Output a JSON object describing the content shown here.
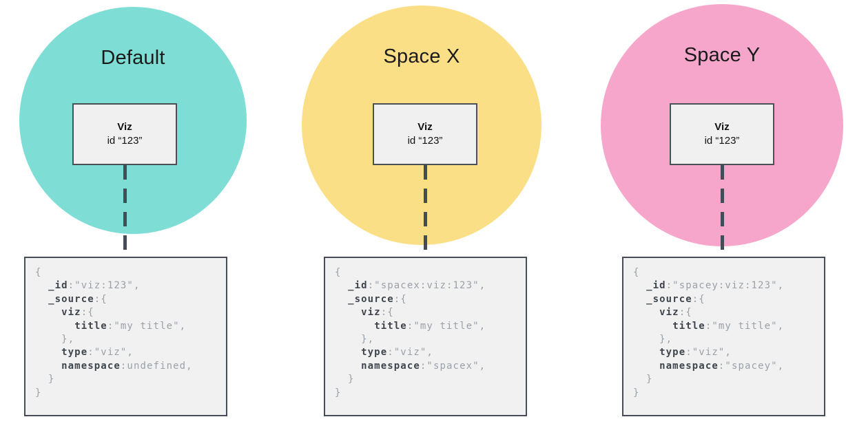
{
  "palette": {
    "teal": "#7EDED5",
    "yellow": "#FBDF86",
    "pink": "#F6A6CA",
    "box_bg": "#F1F1F2",
    "box_border": "#454C57",
    "connector": "#454C57",
    "viz_bg": "#F0F0F0",
    "viz_border": "#4A5056",
    "code_key": "#3F454D",
    "code_plain": "#9AA0A8",
    "title_color": "#1A1A1A"
  },
  "viz_node": {
    "title": "Viz",
    "id_line": "id “123”"
  },
  "spaces": [
    {
      "title": "Default",
      "circle_color": "#7EDED5",
      "code_lines": [
        [
          {
            "t": "p",
            "s": "{"
          }
        ],
        [
          {
            "t": "p",
            "s": "  "
          },
          {
            "t": "k",
            "s": "_id"
          },
          {
            "t": "p",
            "s": ":\"viz:123\","
          }
        ],
        [
          {
            "t": "p",
            "s": "  "
          },
          {
            "t": "k",
            "s": "_source"
          },
          {
            "t": "p",
            "s": ":{"
          }
        ],
        [
          {
            "t": "p",
            "s": "    "
          },
          {
            "t": "k",
            "s": "viz"
          },
          {
            "t": "p",
            "s": ":{"
          }
        ],
        [
          {
            "t": "p",
            "s": "      "
          },
          {
            "t": "k",
            "s": "title"
          },
          {
            "t": "p",
            "s": ":\"my title\","
          }
        ],
        [
          {
            "t": "p",
            "s": "    },"
          }
        ],
        [
          {
            "t": "p",
            "s": "    "
          },
          {
            "t": "k",
            "s": "type"
          },
          {
            "t": "p",
            "s": ":\"viz\","
          }
        ],
        [
          {
            "t": "p",
            "s": "    "
          },
          {
            "t": "k",
            "s": "namespace"
          },
          {
            "t": "p",
            "s": ":undefined,"
          }
        ],
        [
          {
            "t": "p",
            "s": "  }"
          }
        ],
        [
          {
            "t": "p",
            "s": "}"
          }
        ]
      ]
    },
    {
      "title": "Space X",
      "circle_color": "#FBDF86",
      "code_lines": [
        [
          {
            "t": "p",
            "s": "{"
          }
        ],
        [
          {
            "t": "p",
            "s": "  "
          },
          {
            "t": "k",
            "s": "_id"
          },
          {
            "t": "p",
            "s": ":\"spacex:viz:123\","
          }
        ],
        [
          {
            "t": "p",
            "s": "  "
          },
          {
            "t": "k",
            "s": "_source"
          },
          {
            "t": "p",
            "s": ":{"
          }
        ],
        [
          {
            "t": "p",
            "s": "    "
          },
          {
            "t": "k",
            "s": "viz"
          },
          {
            "t": "p",
            "s": ":{"
          }
        ],
        [
          {
            "t": "p",
            "s": "      "
          },
          {
            "t": "k",
            "s": "title"
          },
          {
            "t": "p",
            "s": ":\"my title\","
          }
        ],
        [
          {
            "t": "p",
            "s": "    },"
          }
        ],
        [
          {
            "t": "p",
            "s": "    "
          },
          {
            "t": "k",
            "s": "type"
          },
          {
            "t": "p",
            "s": ":\"viz\","
          }
        ],
        [
          {
            "t": "p",
            "s": "    "
          },
          {
            "t": "k",
            "s": "namespace"
          },
          {
            "t": "p",
            "s": ":\"spacex\","
          }
        ],
        [
          {
            "t": "p",
            "s": "  }"
          }
        ],
        [
          {
            "t": "p",
            "s": "}"
          }
        ]
      ]
    },
    {
      "title": "Space Y",
      "circle_color": "#F6A6CA",
      "code_lines": [
        [
          {
            "t": "p",
            "s": "{"
          }
        ],
        [
          {
            "t": "p",
            "s": "  "
          },
          {
            "t": "k",
            "s": "_id"
          },
          {
            "t": "p",
            "s": ":\"spacey:viz:123\","
          }
        ],
        [
          {
            "t": "p",
            "s": "  "
          },
          {
            "t": "k",
            "s": "_source"
          },
          {
            "t": "p",
            "s": ":{"
          }
        ],
        [
          {
            "t": "p",
            "s": "    "
          },
          {
            "t": "k",
            "s": "viz"
          },
          {
            "t": "p",
            "s": ":{"
          }
        ],
        [
          {
            "t": "p",
            "s": "      "
          },
          {
            "t": "k",
            "s": "title"
          },
          {
            "t": "p",
            "s": ":\"my title\","
          }
        ],
        [
          {
            "t": "p",
            "s": "    },"
          }
        ],
        [
          {
            "t": "p",
            "s": "    "
          },
          {
            "t": "k",
            "s": "type"
          },
          {
            "t": "p",
            "s": ":\"viz\","
          }
        ],
        [
          {
            "t": "p",
            "s": "    "
          },
          {
            "t": "k",
            "s": "namespace"
          },
          {
            "t": "p",
            "s": ":\"spacey\","
          }
        ],
        [
          {
            "t": "p",
            "s": "  }"
          }
        ],
        [
          {
            "t": "p",
            "s": "}"
          }
        ]
      ]
    }
  ]
}
